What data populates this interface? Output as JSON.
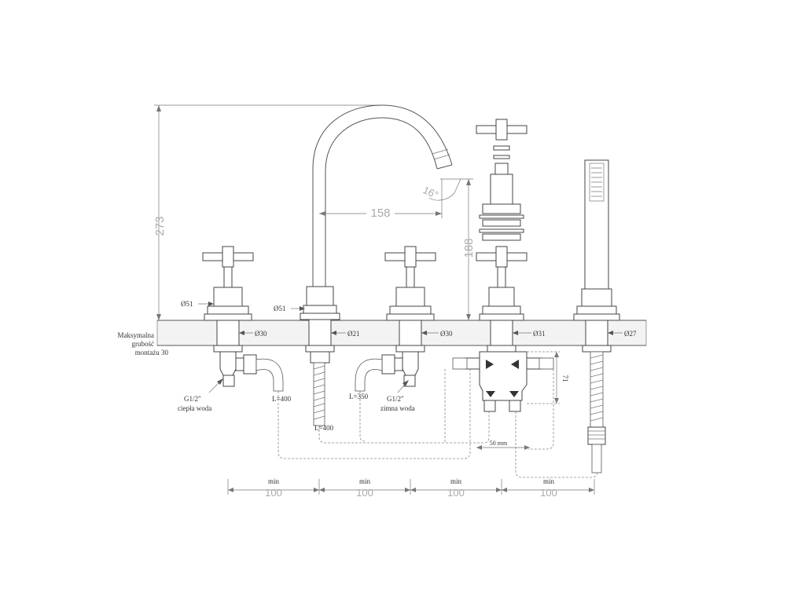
{
  "dimensions": {
    "height_total": "273",
    "spout_reach": "158",
    "spout_height": "188",
    "spout_angle": "16°",
    "box_height": "71",
    "box_width": "50 mm"
  },
  "deck": {
    "line1": "Maksymalna",
    "line2": "grubość",
    "line3": "montażu 30"
  },
  "diameters": {
    "left_top": "Ø51",
    "left_mid": "Ø30",
    "spout_top": "Ø51",
    "spout_mid": "Ø21",
    "right_mid": "Ø30",
    "div_mid": "Ø31",
    "shower_mid": "Ø27"
  },
  "connections": {
    "hot_size": "G1/2\"",
    "hot_label": "ciepła woda",
    "cold_size": "G1/2\"",
    "cold_label": "zimna woda",
    "hose_left": "L=400",
    "hose_spout": "L=400",
    "hose_right": "L=350"
  },
  "spacing": [
    {
      "label": "min",
      "value": "100"
    },
    {
      "label": "min",
      "value": "100"
    },
    {
      "label": "min",
      "value": "100"
    },
    {
      "label": "min",
      "value": "100"
    }
  ]
}
